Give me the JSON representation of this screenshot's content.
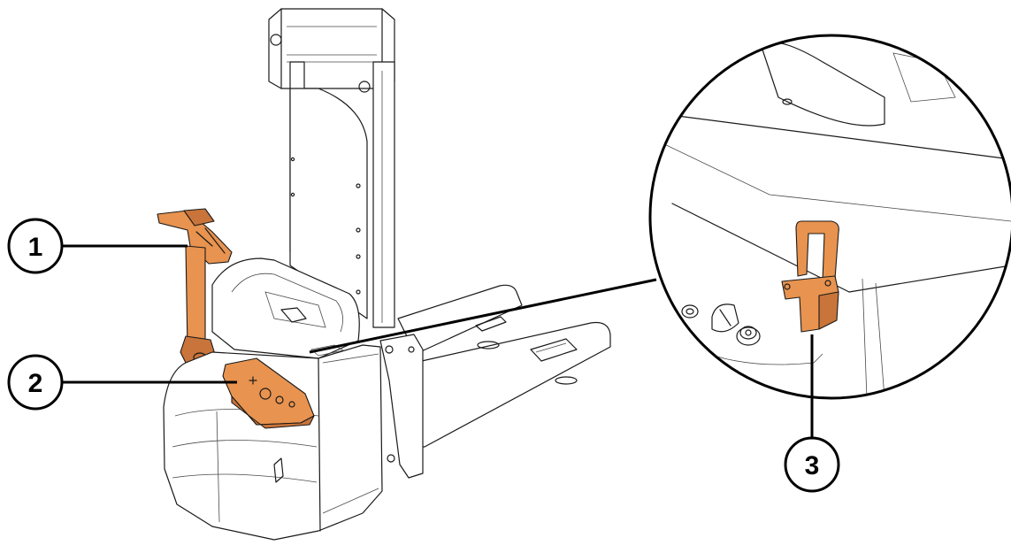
{
  "colors": {
    "highlight": "#e8934f",
    "highlight_dark": "#c9743a",
    "outline": "#1a1a1a",
    "background": "#ffffff"
  },
  "callouts": [
    {
      "label": "1"
    },
    {
      "label": "2"
    },
    {
      "label": "3"
    }
  ]
}
